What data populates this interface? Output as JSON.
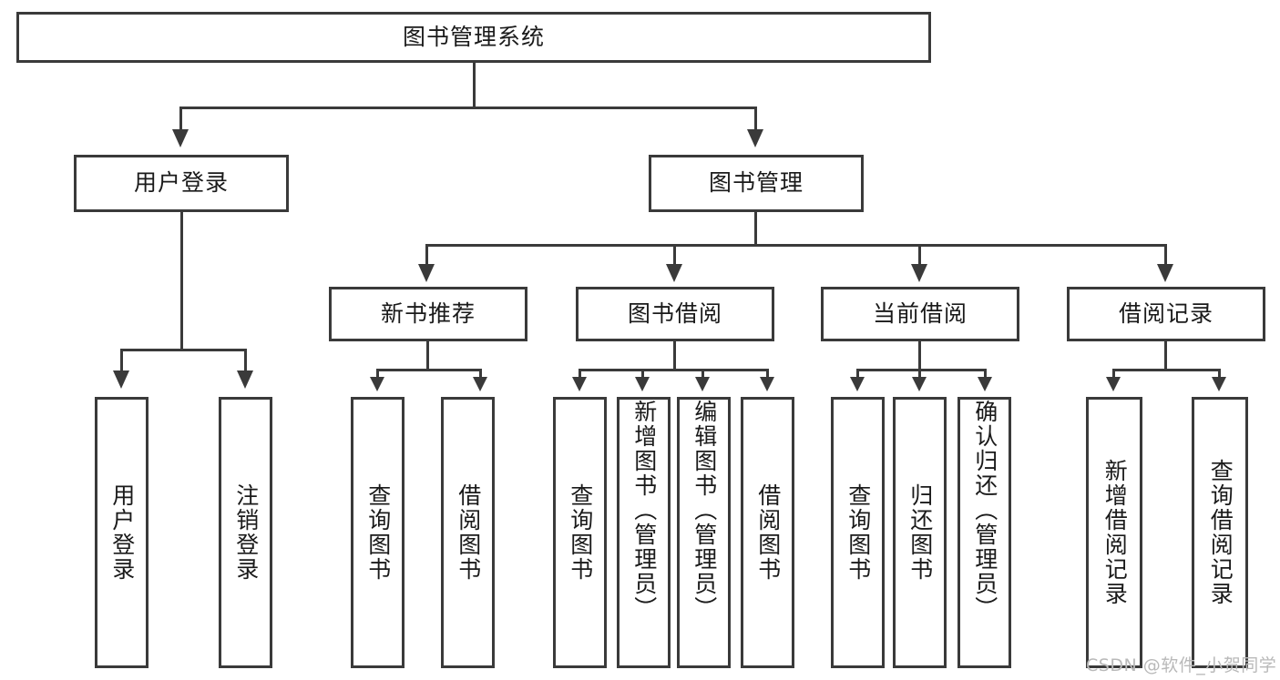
{
  "diagram": {
    "title": "图书管理系统",
    "root": {
      "label": "图书管理系统"
    },
    "level2": [
      {
        "label": "用户登录"
      },
      {
        "label": "图书管理"
      }
    ],
    "level3": [
      {
        "label": "新书推荐"
      },
      {
        "label": "图书借阅"
      },
      {
        "label": "当前借阅"
      },
      {
        "label": "借阅记录"
      }
    ],
    "leaves": {
      "user_login": [
        {
          "label": "用户登录"
        },
        {
          "label": "注销登录"
        }
      ],
      "new_book_recommend": [
        {
          "label": "查询图书"
        },
        {
          "label": "借阅图书"
        }
      ],
      "book_borrow": [
        {
          "label": "查询图书"
        },
        {
          "label": "新增图书（管理员）"
        },
        {
          "label": "编辑图书（管理员）"
        },
        {
          "label": "借阅图书"
        }
      ],
      "current_borrow": [
        {
          "label": "查询图书"
        },
        {
          "label": "归还图书"
        },
        {
          "label": "确认归还（管理员）"
        }
      ],
      "borrow_records": [
        {
          "label": "新增借阅记录"
        },
        {
          "label": "查询借阅记录"
        }
      ]
    }
  },
  "watermark": {
    "text": "CSDN @软件_小贺同学"
  },
  "colors": {
    "stroke": "#3a3a3a",
    "background": "#ffffff",
    "text": "#1a1a1a",
    "watermark": "#b9b9b9"
  }
}
